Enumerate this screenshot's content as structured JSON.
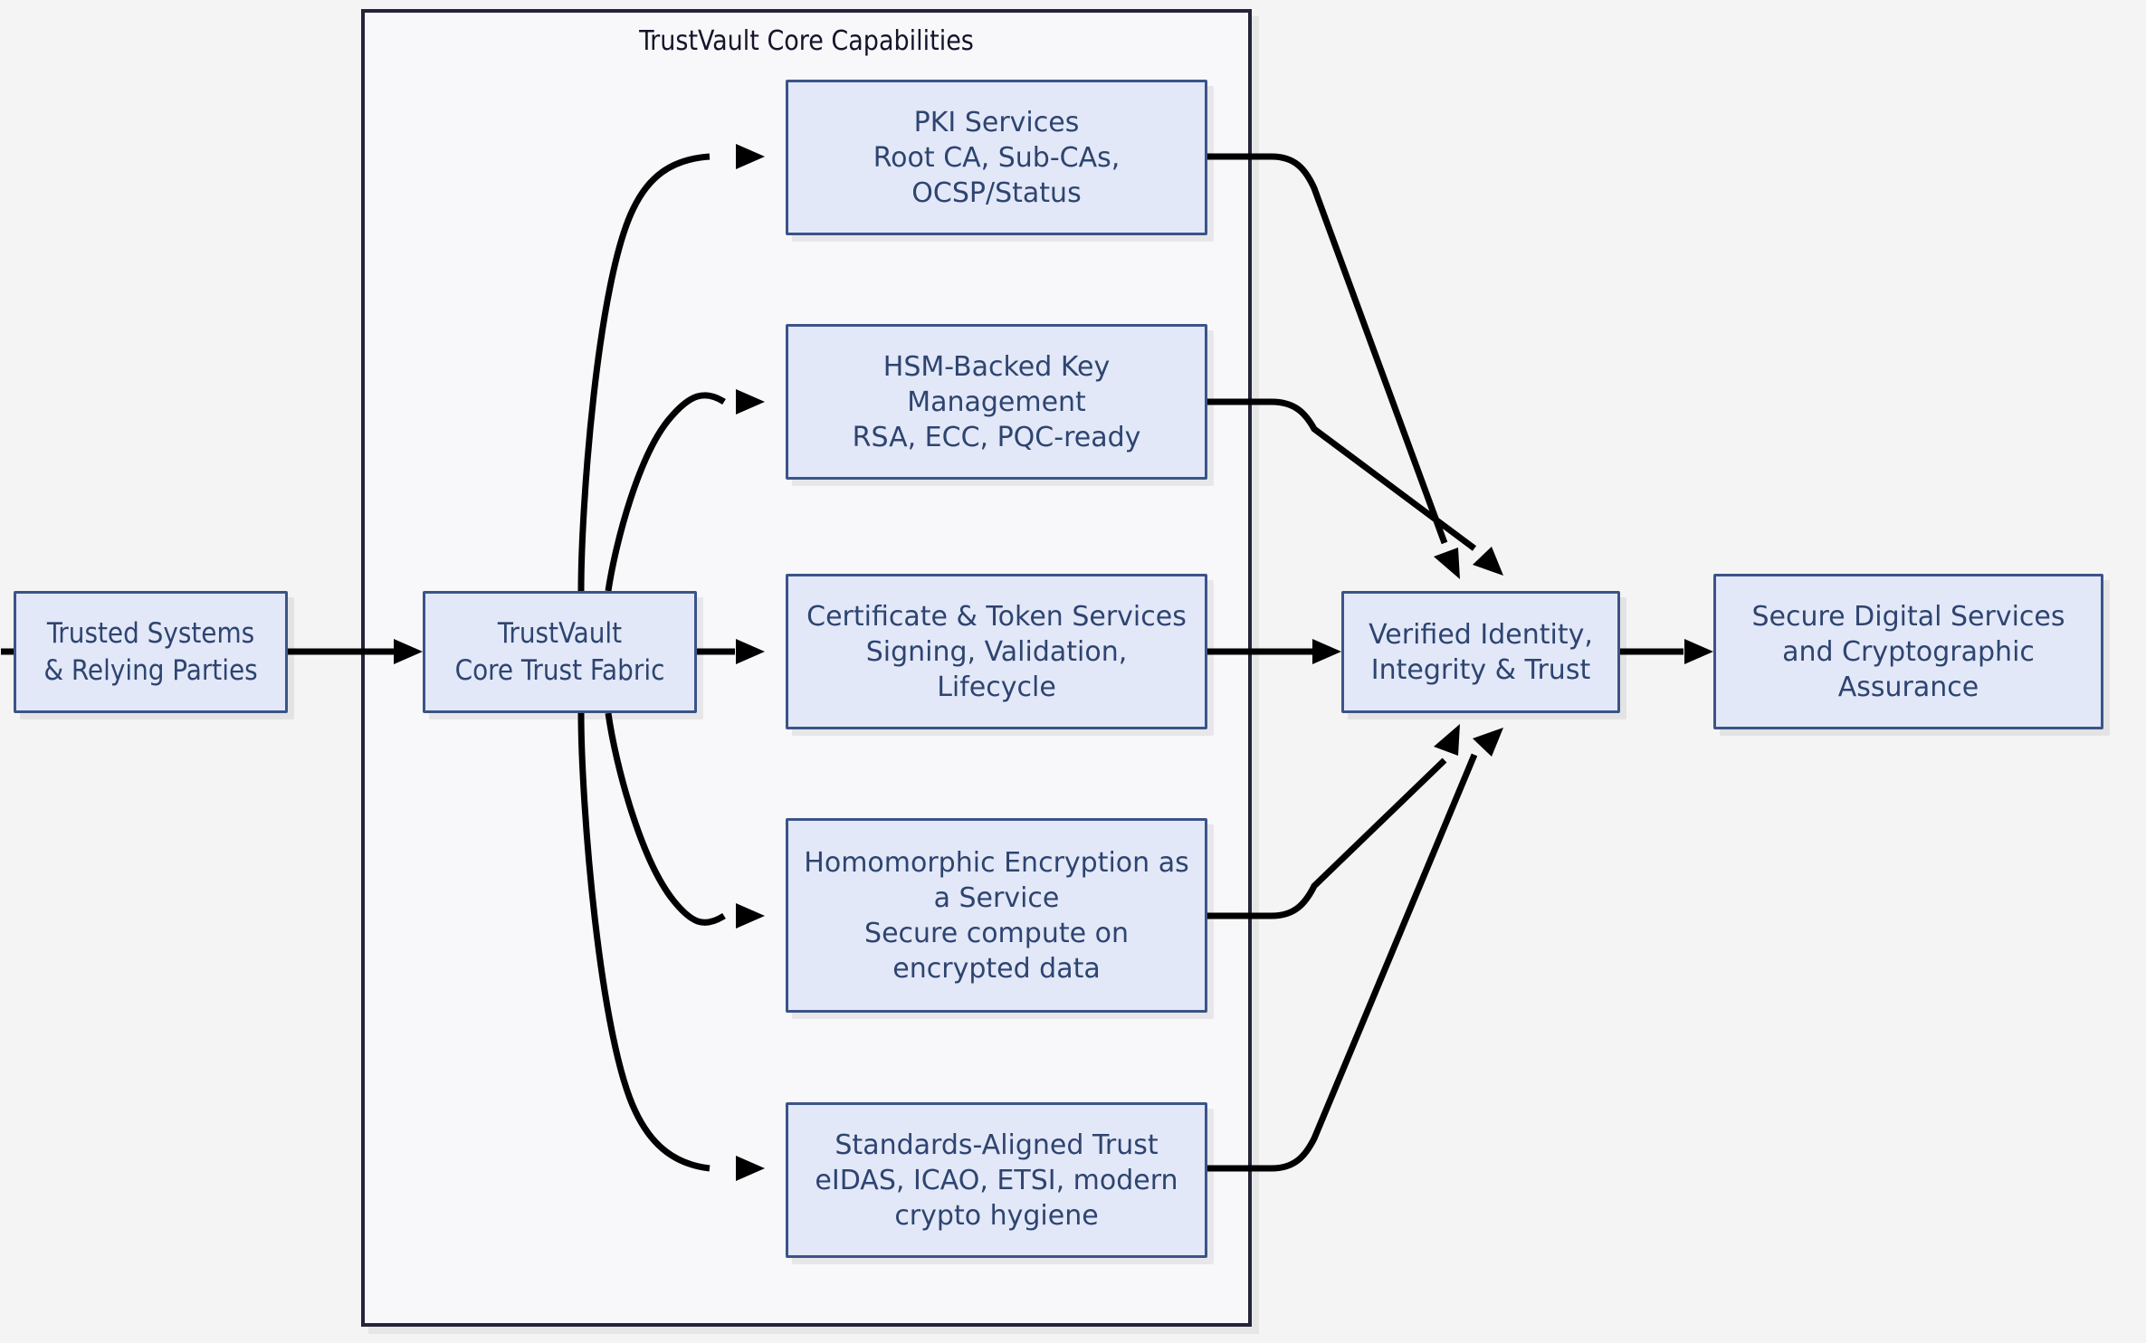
{
  "diagram": {
    "background_color": "#f4f4f4",
    "node_fill": "#e2e8f8",
    "node_border": "#3b5488",
    "node_text_color": "#2e4470",
    "cluster_border": "#24243a",
    "cluster_fill": "#f8f8fa",
    "edge_color": "#000000"
  },
  "cluster": {
    "title": "TrustVault Core Capabilities"
  },
  "nodes": {
    "trusted_systems": {
      "lines": [
        "Trusted Systems",
        "& Relying Parties"
      ]
    },
    "core_fabric": {
      "lines": [
        "TrustVault",
        "Core Trust Fabric"
      ]
    },
    "pki": {
      "lines": [
        "PKI Services",
        "Root CA, Sub-CAs,",
        "OCSP/Status"
      ]
    },
    "hsm": {
      "lines": [
        "HSM-Backed Key",
        "Management",
        "RSA, ECC, PQC-ready"
      ]
    },
    "certificate": {
      "lines": [
        "Certificate & Token Services",
        "Signing, Validation,",
        "Lifecycle"
      ]
    },
    "homomorphic": {
      "lines": [
        "Homomorphic Encryption as",
        "a Service",
        "Secure compute on",
        "encrypted data"
      ]
    },
    "standards": {
      "lines": [
        "Standards-Aligned Trust",
        "eIDAS, ICAO, ETSI, modern",
        "crypto hygiene"
      ]
    },
    "verified_identity": {
      "lines": [
        "Verified Identity,",
        "Integrity & Trust"
      ]
    },
    "secure_services": {
      "lines": [
        "Secure Digital Services",
        "and Cryptographic",
        "Assurance"
      ]
    }
  },
  "edges": [
    {
      "from": "trusted_systems",
      "to": "core_fabric",
      "label": ""
    },
    {
      "from": "core_fabric",
      "to": "pki",
      "label": ""
    },
    {
      "from": "core_fabric",
      "to": "hsm",
      "label": ""
    },
    {
      "from": "core_fabric",
      "to": "certificate",
      "label": ""
    },
    {
      "from": "core_fabric",
      "to": "homomorphic",
      "label": ""
    },
    {
      "from": "core_fabric",
      "to": "standards",
      "label": ""
    },
    {
      "from": "pki",
      "to": "verified_identity",
      "label": ""
    },
    {
      "from": "hsm",
      "to": "verified_identity",
      "label": ""
    },
    {
      "from": "certificate",
      "to": "verified_identity",
      "label": ""
    },
    {
      "from": "homomorphic",
      "to": "verified_identity",
      "label": ""
    },
    {
      "from": "standards",
      "to": "verified_identity",
      "label": ""
    },
    {
      "from": "verified_identity",
      "to": "secure_services",
      "label": ""
    }
  ]
}
